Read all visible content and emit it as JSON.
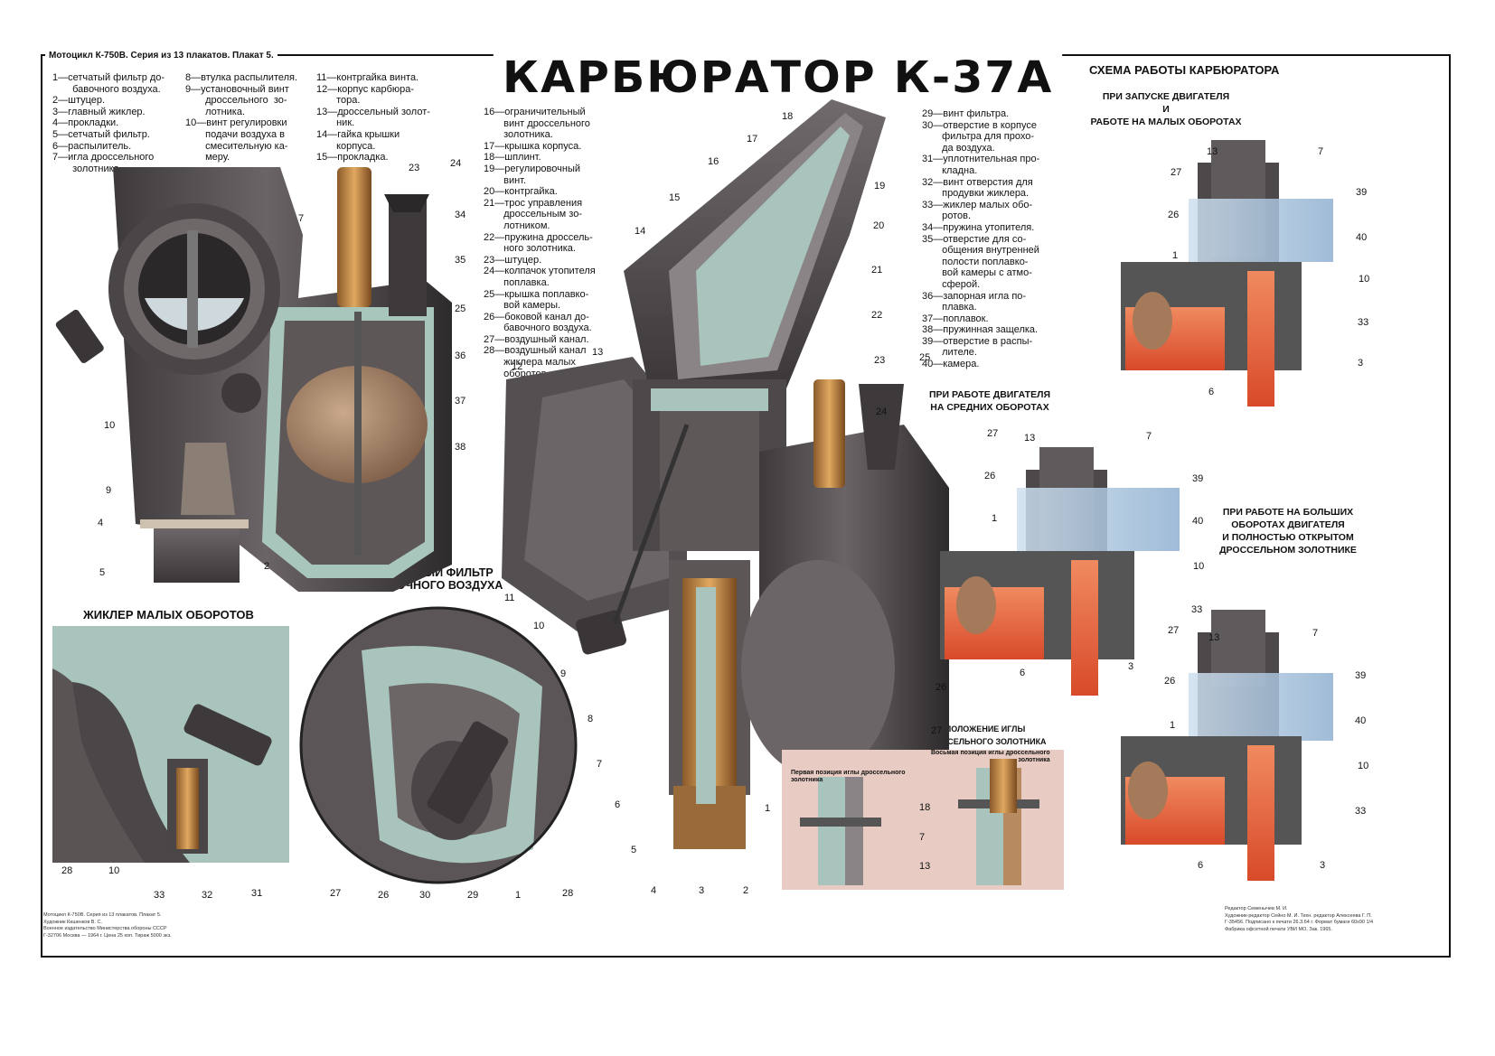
{
  "header": {
    "series": "Мотоцикл К-750В. Серия из 13 плакатов. Плакат 5.",
    "title": "КАРБЮРАТОР К-37А"
  },
  "legend_col1": [
    {
      "n": "1",
      "t": "сетчатый фильтр до-\nбавочного воздуха."
    },
    {
      "n": "2",
      "t": "штуцер."
    },
    {
      "n": "3",
      "t": "главный жиклер."
    },
    {
      "n": "4",
      "t": "прокладки."
    },
    {
      "n": "5",
      "t": "сетчатый фильтр."
    },
    {
      "n": "6",
      "t": "распылитель."
    },
    {
      "n": "7",
      "t": "игла дроссельного\nзолотника."
    }
  ],
  "legend_col2": [
    {
      "n": "8",
      "t": "втулка распылителя."
    },
    {
      "n": "9",
      "t": "установочный винт\nдроссельного  зо-\nлотника."
    },
    {
      "n": "10",
      "t": "винт регулировки\nподачи воздуха в\nсмесительную ка-\nмеру."
    }
  ],
  "legend_col3": [
    {
      "n": "11",
      "t": "контргайка винта."
    },
    {
      "n": "12",
      "t": "корпус карбюра-\nтора."
    },
    {
      "n": "13",
      "t": "дроссельный золот-\nник."
    },
    {
      "n": "14",
      "t": "гайка крышки\nкорпуса."
    },
    {
      "n": "15",
      "t": "прокладка."
    }
  ],
  "legend_col4": [
    {
      "n": "16",
      "t": "ограничительный\nвинт дроссельного\nзолотника."
    },
    {
      "n": "17",
      "t": "крышка корпуса."
    },
    {
      "n": "18",
      "t": "шплинт."
    },
    {
      "n": "19",
      "t": "регулировочный\nвинт."
    },
    {
      "n": "20",
      "t": "контргайка."
    },
    {
      "n": "21",
      "t": "трос управления\nдроссельным зо-\nлотником."
    },
    {
      "n": "22",
      "t": "пружина дроссель-\nного золотника."
    },
    {
      "n": "23",
      "t": "штуцер."
    },
    {
      "n": "24",
      "t": "колпачок утопителя\nпоплавка."
    },
    {
      "n": "25",
      "t": "крышка поплавко-\nвой камеры."
    },
    {
      "n": "26",
      "t": "боковой канал до-\nбавочного воздуха."
    },
    {
      "n": "27",
      "t": "воздушный канал."
    },
    {
      "n": "28",
      "t": "воздушный канал\nжиклера малых\nоборотов."
    }
  ],
  "legend_col5": [
    {
      "n": "29",
      "t": "винт фильтра."
    },
    {
      "n": "30",
      "t": "отверстие в корпусе\nфильтра для прохо-\nда воздуха."
    },
    {
      "n": "31",
      "t": "уплотнительная про-\nкладна."
    },
    {
      "n": "32",
      "t": "винт отверстия для\nпродувки жиклера."
    },
    {
      "n": "33",
      "t": "жиклер малых обо-\nротов."
    },
    {
      "n": "34",
      "t": "пружина утопителя."
    },
    {
      "n": "35",
      "t": "отверстие для со-\nобщения внутренней\nполости поплавко-\nвой камеры с атмо-\nсферой."
    },
    {
      "n": "36",
      "t": "запорная игла по-\nплавка."
    },
    {
      "n": "37",
      "t": "поплавок."
    },
    {
      "n": "38",
      "t": "пружинная защелка."
    },
    {
      "n": "39",
      "t": "отверстие в распы-\nлителе."
    },
    {
      "n": "40",
      "t": "камера."
    }
  ],
  "sections": {
    "scheme_title": "СХЕМА РАБОТЫ КАРБЮРАТОРА",
    "mode_low": "ПРИ ЗАПУСКЕ ДВИГАТЕЛЯ\nИ\nРАБОТЕ НА МАЛЫХ ОБОРОТАХ",
    "mode_mid": "ПРИ РАБОТЕ ДВИГАТЕЛЯ\nНА СРЕДНИХ ОБОРОТАХ",
    "mode_high": "ПРИ РАБОТЕ НА БОЛЬШИХ\nОБОРОТАХ ДВИГАТЕЛЯ\nИ ПОЛНОСТЬЮ ОТКРЫТОМ\nДРОССЕЛЬНОМ ЗОЛОТНИКЕ",
    "jet_title": "ЖИКЛЕР МАЛЫХ ОБОРОТОВ",
    "filter_title": "ВОЗДУШНЫЙ ФИЛЬТР\nДОБАВОЧНОГО ВОЗДУХА",
    "needle_title": "ПОЛОЖЕНИЕ ИГЛЫ\nДРОССЕЛЬНОГО ЗОЛОТНИКА",
    "needle_first": "Первая позиция иглы дроссельного\nзолотника",
    "needle_eighth": "Восьмая позиция иглы дроссельного\nзолотника"
  },
  "credits_left": "Мотоцикл К-750В. Серия из 13 плакатов. Плакат 5.\nХудожник Кишенков В. С.\nВоенное издательство Министерства обороны СССР\nГ-32706 Москва — 1964 г. Цена 25 коп. Тираж 5000 экз.",
  "credits_right": "Редактор Семенычев М. И.\nХудожник-редактор Сейно М. И. Техн. редактор Алексеева Г. П.\nГ-35456. Подписано к печати 26.3.64 г. Формат бумаги 60x90 1/4\nФабрика офсетной печати УВИ МО. Зак. 1965.",
  "callouts": {
    "a": [
      "7",
      "10",
      "9",
      "4",
      "5",
      "2",
      "23",
      "24",
      "34",
      "35",
      "25",
      "36",
      "37",
      "38"
    ],
    "b": [
      "18",
      "17",
      "16",
      "15",
      "14",
      "13",
      "12",
      "19",
      "20",
      "21",
      "22",
      "23",
      "24",
      "25",
      "11",
      "10",
      "9",
      "8",
      "7",
      "6",
      "5",
      "4",
      "3",
      "2",
      "1",
      "26",
      "27"
    ],
    "c": [
      "28",
      "10",
      "33",
      "32",
      "31"
    ],
    "d": [
      "27",
      "26",
      "30",
      "29",
      "1",
      "28"
    ],
    "e": [
      "18",
      "7",
      "13"
    ],
    "s1": [
      "13",
      "7",
      "27",
      "26",
      "1",
      "39",
      "40",
      "10",
      "33",
      "3",
      "6"
    ],
    "s2": [
      "27",
      "13",
      "7",
      "26",
      "1",
      "39",
      "40",
      "10",
      "33",
      "6",
      "3"
    ],
    "s3": [
      "13",
      "7",
      "27",
      "26",
      "1",
      "39",
      "40",
      "10",
      "33",
      "6",
      "3"
    ]
  }
}
